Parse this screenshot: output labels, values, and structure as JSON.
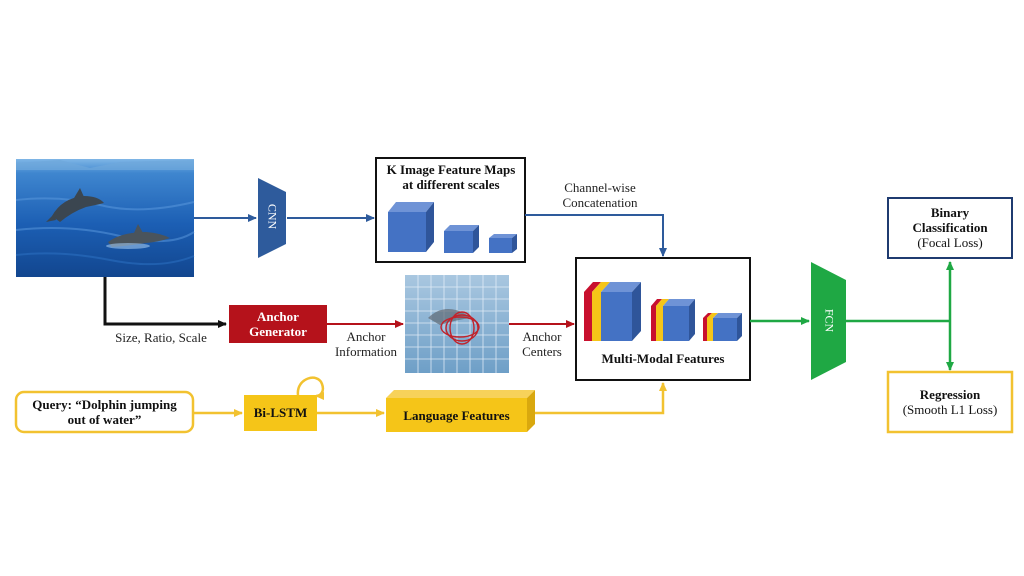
{
  "diagram": {
    "cnn_label": "CNN",
    "fcn_label": "FCN",
    "feature_maps_title_line1": "K Image Feature Maps",
    "feature_maps_title_line2": "at different scales",
    "channel_wise_line1": "Channel-wise",
    "channel_wise_line2": "Concatenation",
    "size_ratio_scale": "Size, Ratio, Scale",
    "anchor_generator_line1": "Anchor",
    "anchor_generator_line2": "Generator",
    "anchor_information_line1": "Anchor",
    "anchor_information_line2": "Information",
    "anchor_centers_line1": "Anchor",
    "anchor_centers_line2": "Centers",
    "multimodal_title": "Multi-Modal Features",
    "query_line1": "Query: “Dolphin jumping",
    "query_line2": "out of water”",
    "bilstm_label": "Bi-LSTM",
    "language_features": "Language Features",
    "binary_line1": "Binary",
    "binary_line2": "Classification",
    "binary_line3": "(Focal Loss)",
    "regression_line1": "Regression",
    "regression_line2": "(Smooth L1 Loss)"
  },
  "colors": {
    "blue": "#2e5b9c",
    "dark_red": "#b5121b",
    "yellow": "#f5c518",
    "green": "#1fa844",
    "navy": "#1f3b70"
  },
  "icons": {
    "photo": "dolphin-photo",
    "anchor_grid": "anchor-grid-image"
  }
}
